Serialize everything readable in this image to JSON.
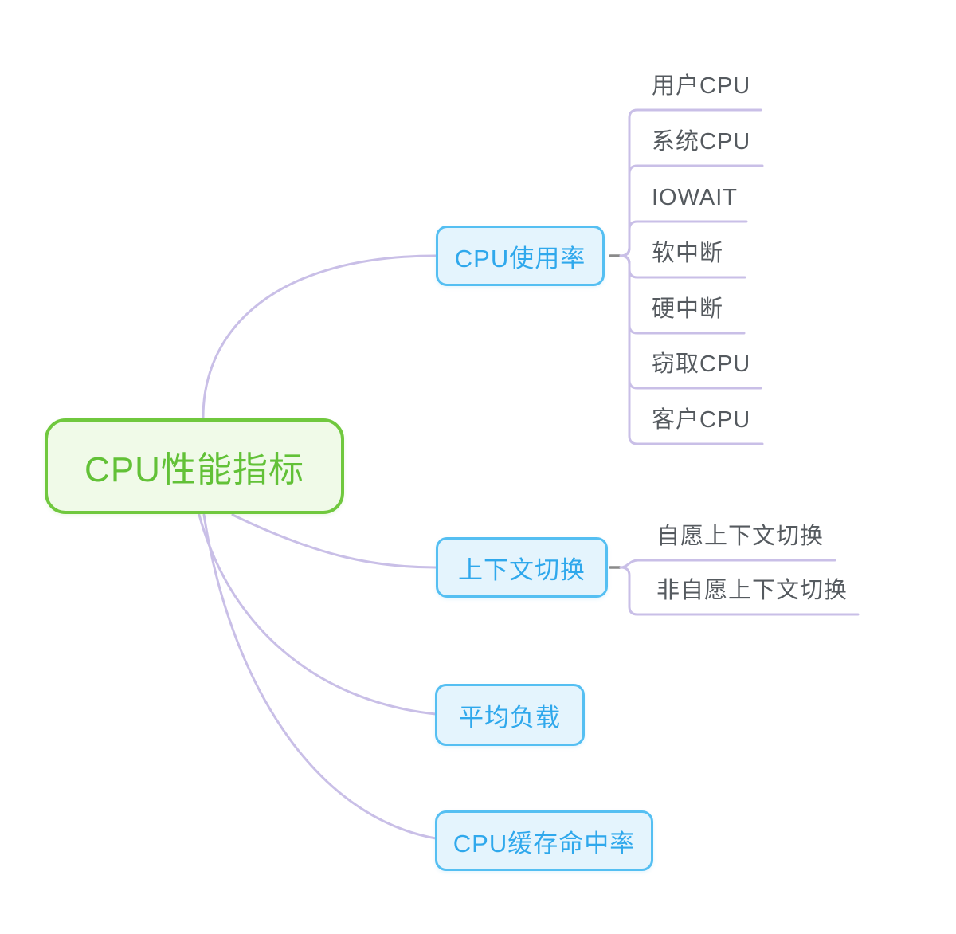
{
  "colors": {
    "canvas_bg": "#ffffff",
    "root_border": "#70c83e",
    "root_fill": "#f0fae8",
    "root_text": "#62c137",
    "branch_border": "#55bff2",
    "branch_fill": "#e4f4fd",
    "branch_text": "#2fa8ec",
    "connector": "#c9bfe7",
    "collapse_dash": "#8a8a8a",
    "child_text": "#555a5f"
  },
  "mindmap": {
    "root": {
      "label": "CPU性能指标"
    },
    "branches": [
      {
        "label": "CPU使用率",
        "children": [
          {
            "label": "用户CPU"
          },
          {
            "label": "系统CPU"
          },
          {
            "label": "IOWAIT"
          },
          {
            "label": "软中断"
          },
          {
            "label": "硬中断"
          },
          {
            "label": "窃取CPU"
          },
          {
            "label": "客户CPU"
          }
        ]
      },
      {
        "label": "上下文切换",
        "children": [
          {
            "label": "自愿上下文切换"
          },
          {
            "label": "非自愿上下文切换"
          }
        ]
      },
      {
        "label": "平均负载",
        "children": []
      },
      {
        "label": "CPU缓存命中率",
        "children": []
      }
    ]
  }
}
